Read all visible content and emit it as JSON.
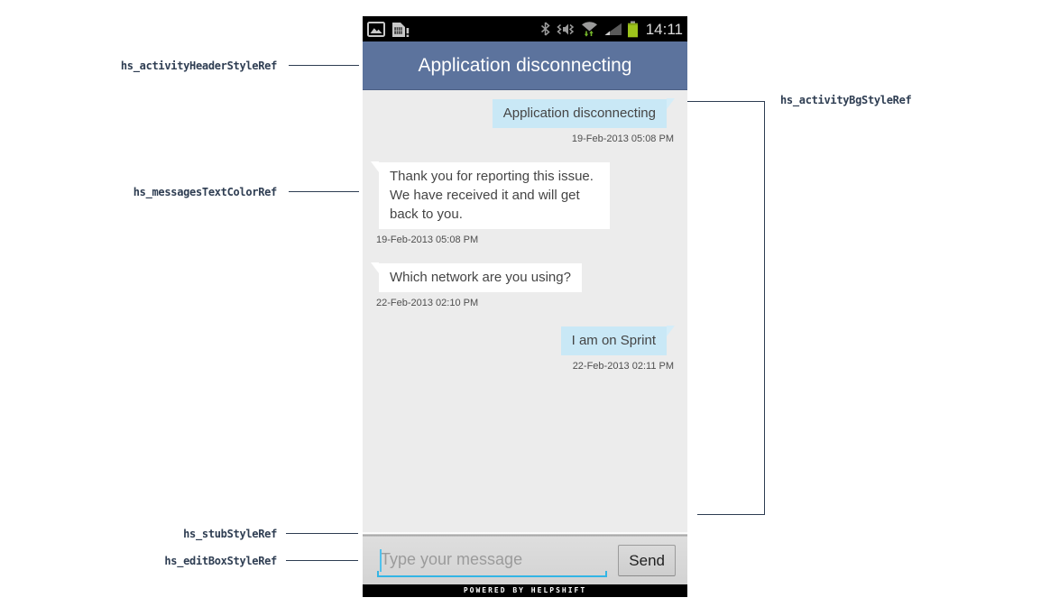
{
  "annotations": {
    "activity_header": "hs_activityHeaderStyleRef",
    "messages_text_color": "hs_messagesTextColorRef",
    "stub": "hs_stubStyleRef",
    "edit_box": "hs_editBoxStyleRef",
    "activity_bg": "hs_activityBgStyleRef"
  },
  "status_bar": {
    "time": "14:11",
    "left_icons": [
      "gallery-icon",
      "sim-warning-icon"
    ],
    "right_icons": [
      "bluetooth-icon",
      "vibrate-muted-icon",
      "wifi-icon",
      "signal-strength-icon",
      "battery-icon"
    ]
  },
  "header": {
    "title": "Application disconnecting"
  },
  "messages": [
    {
      "side": "user",
      "text": "Application disconnecting",
      "timestamp": "19-Feb-2013 05:08 PM"
    },
    {
      "side": "agent",
      "text": "Thank you for reporting this issue. We have received it and will get back to you.",
      "timestamp": "19-Feb-2013 05:08 PM"
    },
    {
      "side": "agent",
      "text": "Which network are you using?",
      "timestamp": "22-Feb-2013 02:10 PM"
    },
    {
      "side": "user",
      "text": "I am on Sprint",
      "timestamp": "22-Feb-2013 02:11 PM"
    }
  ],
  "composer": {
    "placeholder": "Type your message",
    "send_label": "Send"
  },
  "footer": {
    "text": "POWERED BY HELPSHIFT"
  },
  "colors": {
    "header_bg": "#5c739d",
    "chat_bg": "#ececec",
    "user_bubble": "#c9e8f6",
    "agent_bubble": "#ffffff",
    "edit_underline": "#33b5e5",
    "annotation": "#2e3d52",
    "battery_green": "#9dc41c",
    "wifi_arrow_green": "#76b82a"
  }
}
